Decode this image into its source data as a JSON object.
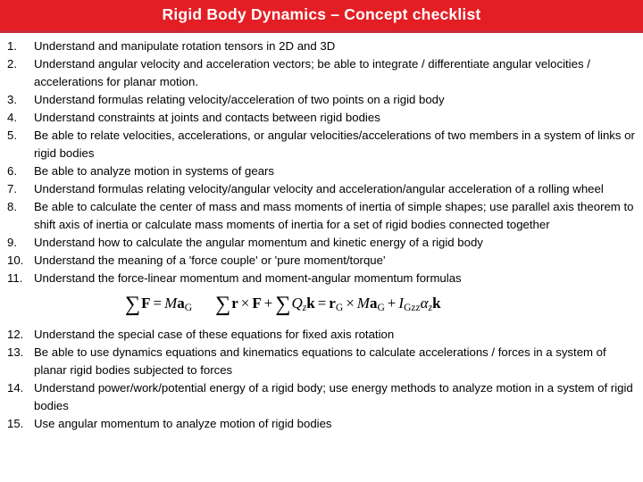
{
  "slide": {
    "title": "Rigid Body Dynamics – Concept checklist",
    "banner_color": "#E31E24",
    "banner_underline_color": "#C8283C",
    "text_color": "#000000",
    "background_color": "#FFFFFF"
  },
  "checklist": {
    "items_before_formula": [
      {
        "number": "1.",
        "text": "Understand and manipulate rotation tensors in 2D and 3D"
      },
      {
        "number": "2.",
        "text": "Understand angular velocity and acceleration vectors; be able to integrate / differentiate angular velocities / accelerations for planar motion."
      },
      {
        "number": "3.",
        "text": "Understand formulas relating velocity/acceleration of two points on a rigid body"
      },
      {
        "number": "4.",
        "text": "Understand constraints at joints and contacts between rigid bodies"
      },
      {
        "number": "5.",
        "text": "Be able to relate velocities, accelerations, or angular velocities/accelerations of two members in a system of links  or rigid bodies"
      },
      {
        "number": "6.",
        "text": "Be able to analyze motion in systems of gears"
      },
      {
        "number": "7.",
        "text": "Understand formulas relating velocity/angular velocity and acceleration/angular acceleration of a rolling wheel"
      },
      {
        "number": "8.",
        "text": "Be able to calculate the center of mass and mass moments of inertia of simple shapes; use parallel axis theorem to shift axis of inertia or calculate mass moments of inertia for a set of rigid bodies connected together"
      },
      {
        "number": "9.",
        "text": "Understand how to calculate the angular momentum and kinetic energy of a rigid body"
      },
      {
        "number": "10.",
        "text": "Understand the meaning of a 'force couple' or 'pure moment/torque'"
      },
      {
        "number": "11.",
        "text": "Understand the force-linear momentum and moment-angular momentum formulas"
      }
    ],
    "items_after_formula": [
      {
        "number": "12.",
        "text": "Understand the special case of these equations for fixed axis rotation"
      },
      {
        "number": "13.",
        "text": "Be able to use dynamics equations and kinematics equations to calculate accelerations / forces in a system of planar rigid bodies subjected to forces"
      },
      {
        "number": "14.",
        "text": "Understand power/work/potential energy of a rigid body; use energy methods to analyze motion in a system of rigid bodies"
      },
      {
        "number": "15.",
        "text": "Use angular momentum to analyze motion of rigid bodies"
      }
    ]
  },
  "formula": {
    "plain_text": "∑F = Ma_G     ∑r × F + ∑Q_z k = r_G × Ma_G + I_Gzz α_z k",
    "equation_1": "∑F = Ma_G",
    "equation_2": "∑r × F + ∑Q_z k = r_G × Ma_G + I_Gzz α_z k"
  }
}
